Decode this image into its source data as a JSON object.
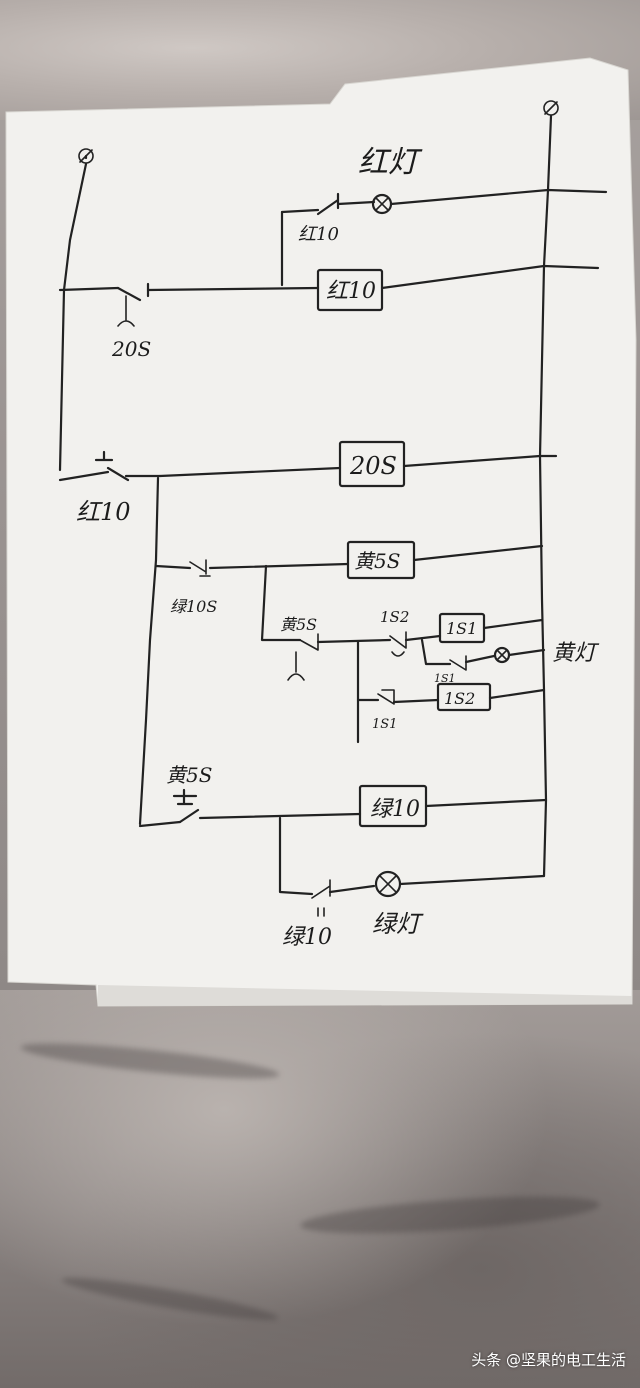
{
  "diagram": {
    "labels": {
      "red_lamp": "红灯",
      "red_10_contact": "红10",
      "red_10_timer": "红10",
      "t20s_contact": "20S",
      "red_10_left": "红10",
      "t20s_timer": "20S",
      "yellow_5s_timer": "黄5S",
      "green_10s_contact": "绿10S",
      "yellow_5s_contact": "黄5S",
      "ks2_contact": "1S2",
      "ks1_timer": "1S1",
      "ks1_contact_small": "1S1",
      "yellow_lamp": "黄灯",
      "ks1_contact_lower": "1S1",
      "ks2_timer": "1S2",
      "yellow_5s_left": "黄5S",
      "green_10_timer": "绿10",
      "green_10_contact": "绿10",
      "green_lamp": "绿灯"
    }
  },
  "watermark": {
    "text": "头条 @坚果的电工生活"
  }
}
